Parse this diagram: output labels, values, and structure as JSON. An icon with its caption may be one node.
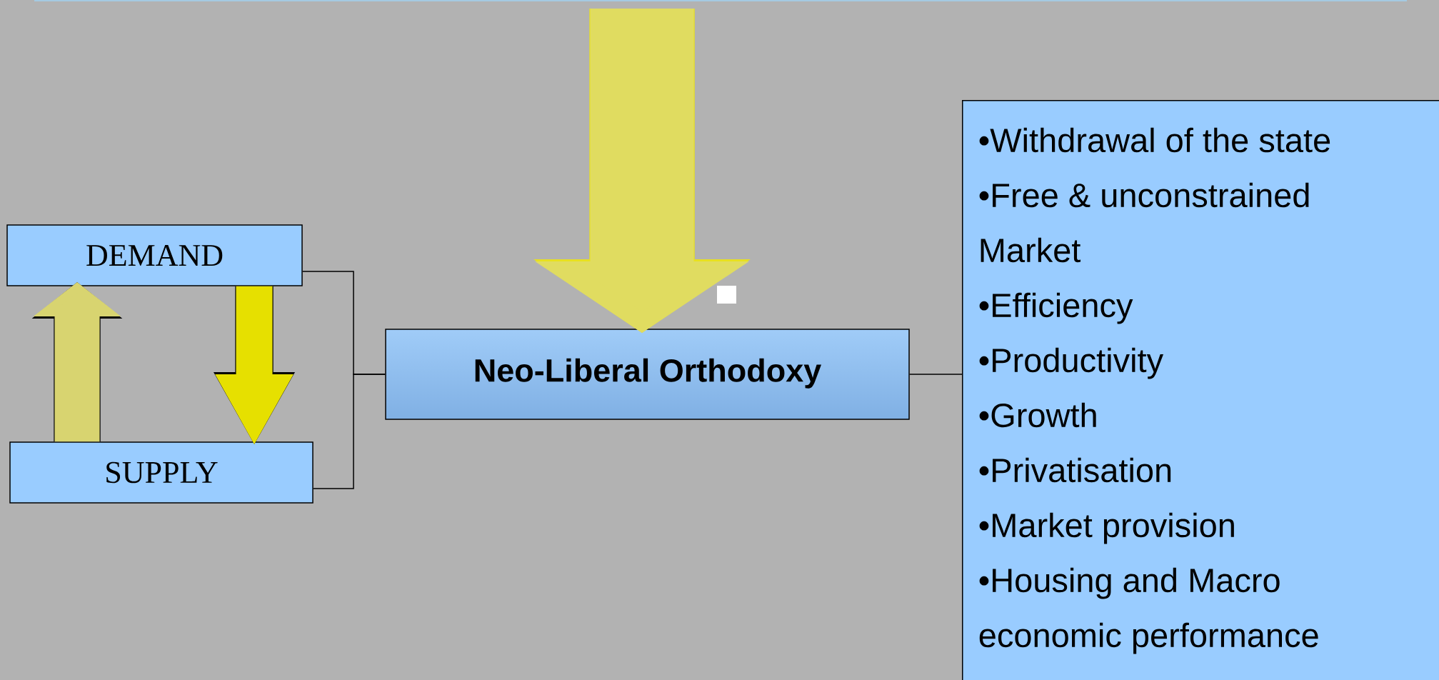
{
  "diagram": {
    "nodes": [
      {
        "text": [
          "DEMAND"
        ]
      },
      {
        "text": [
          "SUPPLY"
        ]
      },
      {
        "text": [
          "Neo-Liberal Orthodoxy"
        ]
      },
      {
        "text": [
          "•Withdrawal of the state",
          "•Free & unconstrained Market",
          "•Efficiency",
          "•Productivity",
          "•Growth",
          "•Privatisation",
          "•Market provision",
          "•Housing and Macro economic performance"
        ]
      }
    ],
    "edges": [
      {
        "from": 0,
        "to": 2,
        "arrow": "none"
      },
      {
        "from": 1,
        "to": 2,
        "arrow": "none"
      },
      {
        "from": 1,
        "to": 0,
        "arrow": "to",
        "style": "thick",
        "color": "#d8d470"
      },
      {
        "from": 0,
        "to": 1,
        "arrow": "to",
        "style": "thick",
        "color": "#e6e000"
      },
      {
        "from": null,
        "to": 2,
        "arrow": "to",
        "style": "thick",
        "color": "#e0dc60"
      },
      {
        "from": 2,
        "to": 3,
        "arrow": "none"
      }
    ]
  }
}
